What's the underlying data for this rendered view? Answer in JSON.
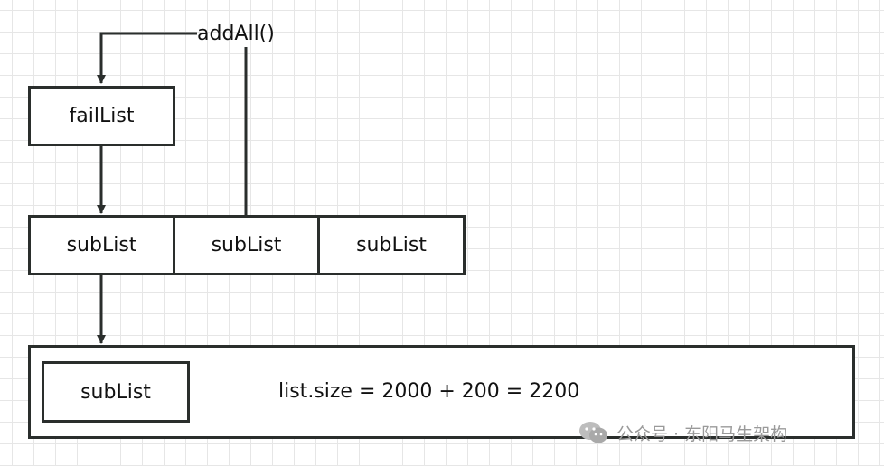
{
  "diagram": {
    "method_label": "addAll()",
    "fail_list_label": "failList",
    "sub_lists": [
      "subList",
      "subList",
      "subList"
    ],
    "result_sub_list_label": "subList",
    "size_formula": "list.size = 2000 + 200 = 2200"
  },
  "watermark": {
    "text": "公众号 · 东阳马生架构",
    "icon": "wechat-icon"
  },
  "colors": {
    "stroke": "#2a2e2c",
    "grid": "#e6e6e6",
    "watermark": "#9a9a9a"
  }
}
